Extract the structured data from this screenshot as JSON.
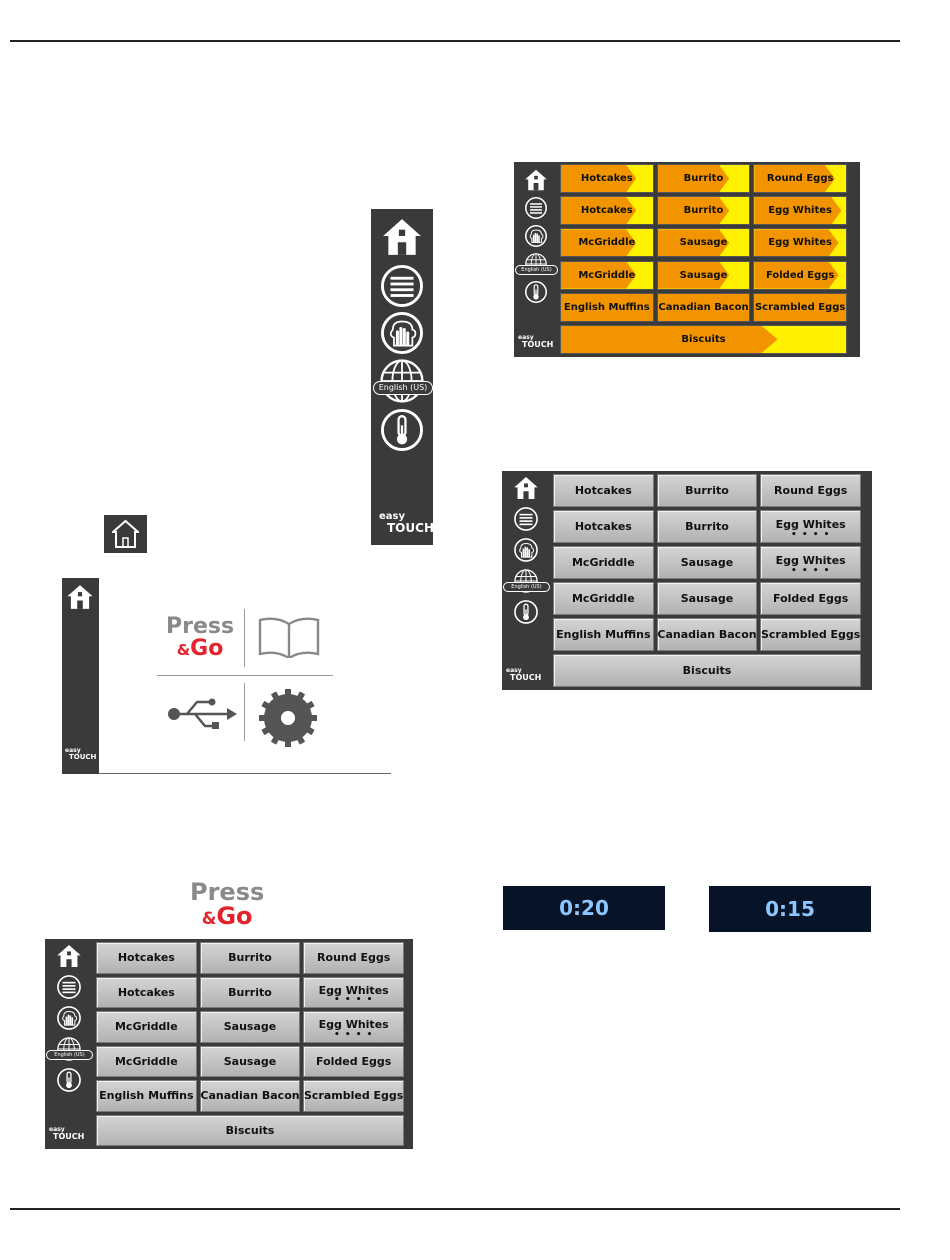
{
  "sidebar": {
    "language_label": "English (US)",
    "brand_easy": "easy",
    "brand_touch": "TOUCH"
  },
  "home_panel": {
    "press_label": "Press",
    "go_amp": "&",
    "go_label": "Go"
  },
  "press_go_logo": {
    "press_label": "Press",
    "go_amp": "&",
    "go_label": "Go"
  },
  "menu": {
    "rows": [
      [
        "Hotcakes",
        "Burrito",
        "Round Eggs"
      ],
      [
        "Hotcakes",
        "Burrito",
        "Egg Whites"
      ],
      [
        "McGriddle",
        "Sausage",
        "Egg Whites"
      ],
      [
        "McGriddle",
        "Sausage",
        "Folded Eggs"
      ],
      [
        "English Muffins",
        "Canadian Bacon",
        "Scrambled Eggs"
      ]
    ],
    "wide_item": "Biscuits",
    "dots": "• • • •"
  },
  "timers": {
    "timer1": "0:20",
    "timer2": "0:15"
  },
  "colors": {
    "sidebar": "#3a3a3a",
    "progress_orange": "#f29400",
    "progress_yellow": "#fff100",
    "timer_bg": "#071428",
    "timer_text": "#8ec7ff",
    "press_gray": "#8a8a8a",
    "go_red": "#e3232b"
  },
  "icons": [
    "home-icon",
    "menu-list-icon",
    "cleaning-hand-icon",
    "globe-language-icon",
    "thermometer-icon",
    "open-book-icon",
    "usb-icon",
    "gear-icon"
  ],
  "progress": {
    "row0": [
      0.82,
      0.78,
      0.88
    ],
    "row1": [
      0.82,
      0.78,
      0.95
    ],
    "row2": [
      0.82,
      0.78,
      0.92
    ],
    "row3": [
      0.82,
      0.78,
      0.92
    ],
    "row4": [
      1.0,
      1.0,
      1.0
    ],
    "wide": 0.76
  }
}
